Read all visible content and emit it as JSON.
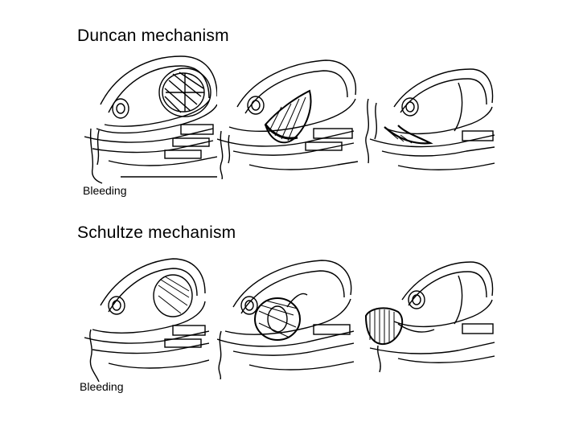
{
  "sections": [
    {
      "title": "Duncan mechanism",
      "caption": "Bleeding"
    },
    {
      "title": "Schultze mechanism",
      "caption": "Bleeding"
    }
  ]
}
